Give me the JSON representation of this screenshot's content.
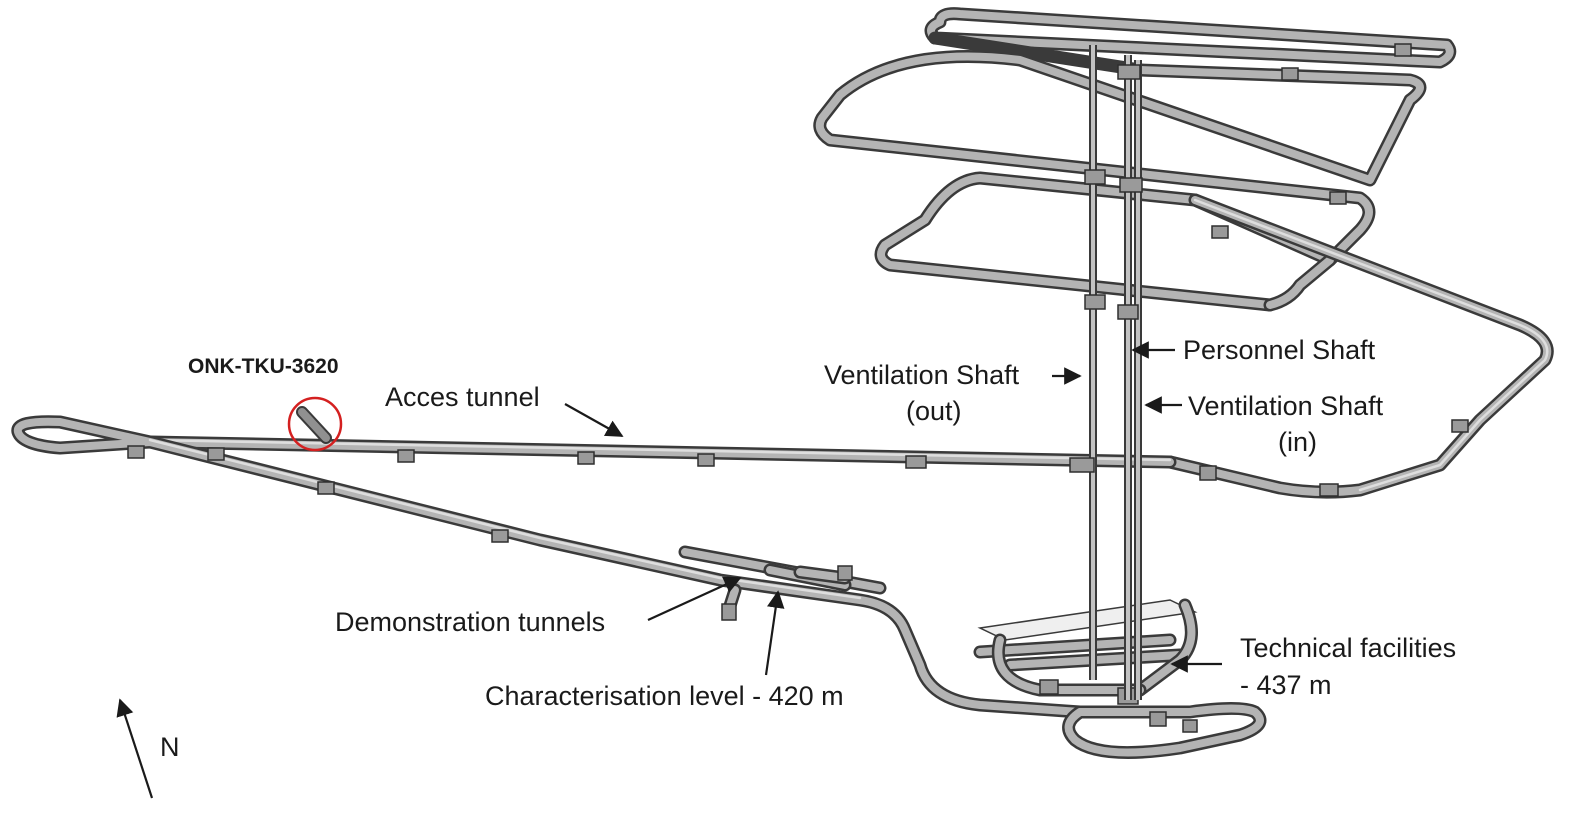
{
  "labels": {
    "borehole": "ONK-TKU-3620",
    "access_tunnel": "Acces tunnel",
    "vent_out_line1": "Ventilation Shaft",
    "vent_out_line2": "(out)",
    "personnel_shaft": "Personnel Shaft",
    "vent_in_line1": "Ventilation Shaft",
    "vent_in_line2": "(in)",
    "demo_tunnels": "Demonstration tunnels",
    "char_level": "Characterisation level - 420 m",
    "tech_line1": "Technical facilities",
    "tech_line2": "- 437 m",
    "north": "N"
  },
  "colors": {
    "tunnel_outline": "#3a3a3a",
    "tunnel_fill": "#b4b4b4",
    "borehole_circle": "#d42020",
    "text": "#1a1a1a"
  }
}
